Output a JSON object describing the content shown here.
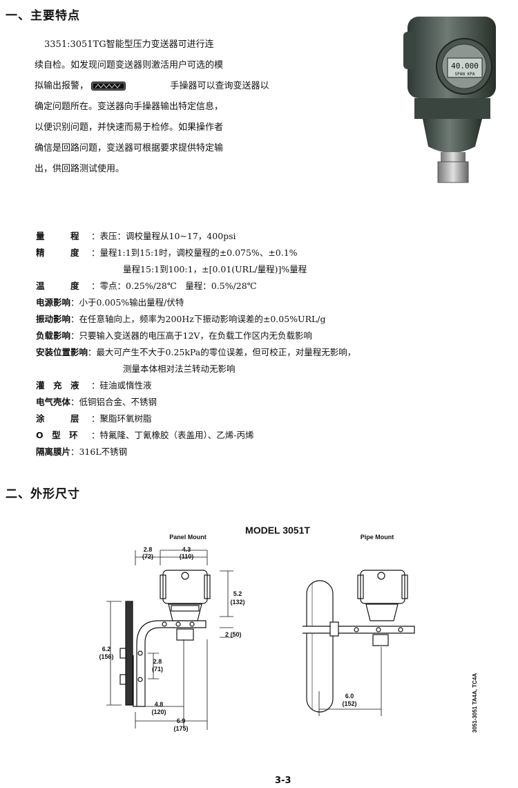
{
  "section1": {
    "title": "一、主要特点"
  },
  "intro_lines": [
    "3351:3051TG智能型压力变送器可进行连",
    "续自检。如发现问题变送器则激活用户可选的模",
    "拟输出报警，",
    "手操器可以查询变送器以",
    "确定问题所在。变送器向手操器输出特定信息，",
    "以便识别问题，并快速而易于检修。如果操作者",
    "确信是回路问题，变送器可根据要求提供特定输",
    "出，供回路测试使用。"
  ],
  "device": {
    "display_line1": "40.000",
    "display_line2": "SPAN KPA"
  },
  "specs": [
    {
      "label": "量　　　程",
      "value": "：表压：调校量程从10~17，400psi"
    },
    {
      "label": "精　　　度",
      "value": "：量程1:1到15:1时，调校量程的±0.075%、±0.1%"
    },
    {
      "label": "",
      "value": "量程15:1到100:1，±[0.01(URL/量程)]%量程"
    },
    {
      "label": "温　　　度",
      "value": "：零点：0.25%/28℃　量程：0.5%/28℃"
    },
    {
      "label": "电源影响",
      "value": "：小于0.005%输出量程/伏特"
    },
    {
      "label": "振动影响",
      "value": "：在任意轴向上，频率为200Hz下振动影响误差的±0.05%URL/g"
    },
    {
      "label": "负载影响",
      "value": "：只要输入变送器的电压高于12V，在负载工作区内无负载影响"
    },
    {
      "label": "安装位置影响",
      "value": "：最大可产生不大于0.25kPa的零位误差，但可校正，对量程无影响，"
    },
    {
      "label": "",
      "value": "测量本体相对法兰转动无影响"
    },
    {
      "label": "灌　充　液",
      "value": "：硅油或惰性液"
    },
    {
      "label": "电气壳体",
      "value": "：低铜铝合金、不锈钢"
    },
    {
      "label": "涂　　　层",
      "value": "：聚脂环氧树脂"
    },
    {
      "label": "O　型　环",
      "value": "：特氟隆、丁氰橡胶（表盖用）、乙烯-丙烯"
    },
    {
      "label": "隔离膜片",
      "value": "：316L不锈钢"
    }
  ],
  "section2": {
    "title": "二、外形尺寸"
  },
  "drawing": {
    "model": "MODEL 3051T",
    "panel_mount": "Panel Mount",
    "pipe_mount": "Pipe Mount",
    "dims": {
      "d1a": "2.8",
      "d1b": "(72)",
      "d2a": "4.3",
      "d2b": "(110)",
      "d3a": "5.2",
      "d3b": "(132)",
      "d4": "2 (50)",
      "d5a": "6.2",
      "d5b": "(156)",
      "d6a": "2.8",
      "d6b": "(71)",
      "d7a": "4.8",
      "d7b": "(120)",
      "d8a": "6.9",
      "d8b": "(175)",
      "d9a": "6.0",
      "d9b": "(152)"
    },
    "side_code": "3051-3051 TA4A, TC4A"
  },
  "page_number": "3-3"
}
